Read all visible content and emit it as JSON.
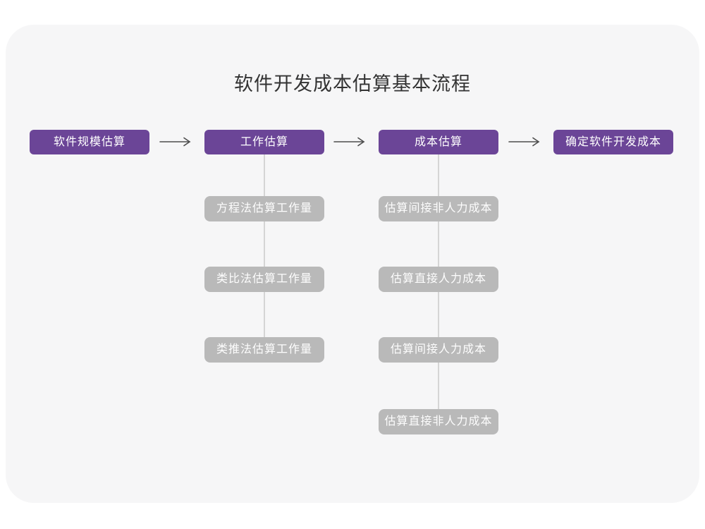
{
  "title": "软件开发成本估算基本流程",
  "colors": {
    "primary_box": "#6B4597",
    "secondary_box": "#B9B9B9",
    "card_background": "#F6F6F7",
    "page_background": "#FFFFFF",
    "title_text": "#333333",
    "box_text": "#FFFFFF",
    "connector_line": "#D5D5D5",
    "arrow": "#4D4D4D"
  },
  "flow": {
    "main_steps": [
      {
        "label": "软件规模估算"
      },
      {
        "label": "工作估算"
      },
      {
        "label": "成本估算"
      },
      {
        "label": "确定软件开发成本"
      }
    ],
    "work_sub_steps": [
      {
        "label": "方程法估算工作量"
      },
      {
        "label": "类比法估算工作量"
      },
      {
        "label": "类推法估算工作量"
      }
    ],
    "cost_sub_steps": [
      {
        "label": "估算间接非人力成本"
      },
      {
        "label": "估算直接人力成本"
      },
      {
        "label": "估算间接人力成本"
      },
      {
        "label": "估算直接非人力成本"
      }
    ]
  }
}
